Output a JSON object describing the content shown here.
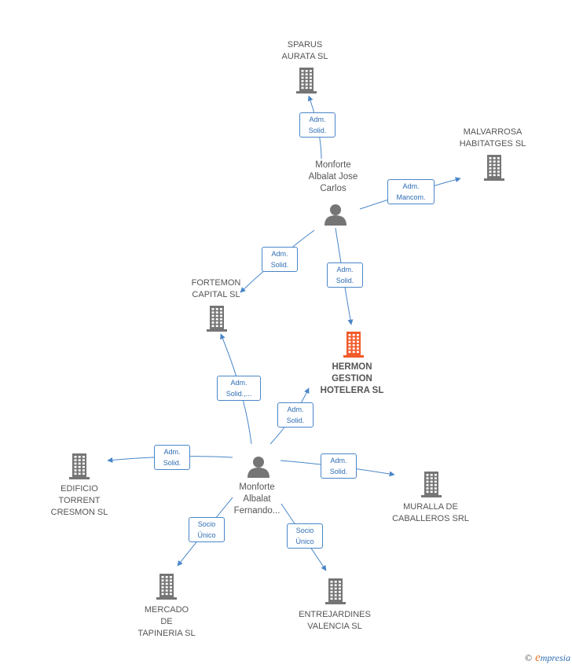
{
  "colors": {
    "accent": "#4a86c8",
    "highlight": "#f25a2a",
    "node": "#757575"
  },
  "companies": [
    {
      "id": "sparus",
      "label": "SPARUS\nAURATA  SL",
      "icon": "building-icon"
    },
    {
      "id": "malvarrosa",
      "label": "MALVARROSA\nHABITATGES  SL",
      "icon": "building-icon"
    },
    {
      "id": "fortemon",
      "label": "FORTEMON\nCAPITAL  SL",
      "icon": "building-icon"
    },
    {
      "id": "hermon",
      "label": "HERMON\nGESTION\nHOTELERA  SL",
      "icon": "building-icon",
      "highlighted": true
    },
    {
      "id": "edificio",
      "label": "EDIFICIO\nTORRENT\nCRESMON  SL",
      "icon": "building-icon"
    },
    {
      "id": "muralla",
      "label": "MURALLA DE\nCABALLEROS SRL",
      "icon": "building-icon"
    },
    {
      "id": "mercado",
      "label": "MERCADO\nDE\nTAPINERIA SL",
      "icon": "building-icon"
    },
    {
      "id": "entrejardines",
      "label": "ENTREJARDINES\nVALENCIA SL",
      "icon": "building-icon"
    }
  ],
  "persons": [
    {
      "id": "jose",
      "label": "Monforte\nAlbalat Jose\nCarlos",
      "icon": "person-icon"
    },
    {
      "id": "fernando",
      "label": "Monforte\nAlbalat\nFernando...",
      "icon": "person-icon"
    }
  ],
  "edges": [
    {
      "from": "jose",
      "to": "sparus",
      "label": "Adm.\nSolid."
    },
    {
      "from": "jose",
      "to": "malvarrosa",
      "label": "Adm.\nMancom."
    },
    {
      "from": "jose",
      "to": "fortemon",
      "label": "Adm.\nSolid."
    },
    {
      "from": "jose",
      "to": "hermon",
      "label": "Adm.\nSolid."
    },
    {
      "from": "fernando",
      "to": "fortemon",
      "label": "Adm.\nSolid.,..."
    },
    {
      "from": "fernando",
      "to": "hermon",
      "label": "Adm.\nSolid."
    },
    {
      "from": "fernando",
      "to": "edificio",
      "label": "Adm.\nSolid."
    },
    {
      "from": "fernando",
      "to": "muralla",
      "label": "Adm.\nSolid."
    },
    {
      "from": "fernando",
      "to": "mercado",
      "label": "Socio\nÚnico"
    },
    {
      "from": "fernando",
      "to": "entrejardines",
      "label": "Socio\nÚnico"
    }
  ],
  "footer": {
    "copyright": "©",
    "brand_initial": "e",
    "brand_rest": "mpresia"
  }
}
